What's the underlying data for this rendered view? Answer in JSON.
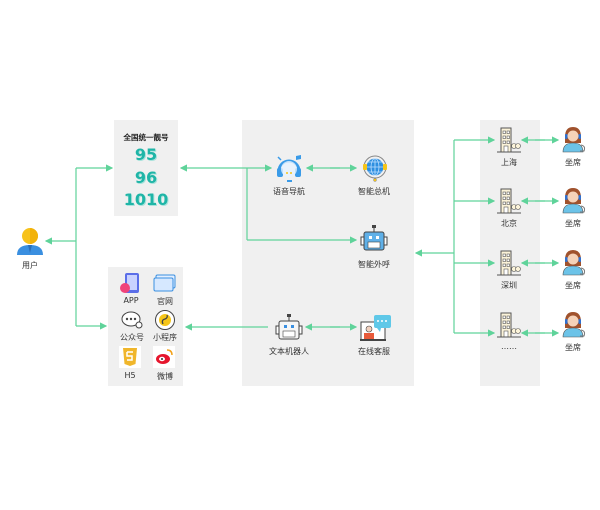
{
  "user": {
    "label": "用户"
  },
  "hotline": {
    "title": "全国统一靓号",
    "numbers": [
      "95",
      "96",
      "1010"
    ]
  },
  "channels": [
    {
      "label": "APP",
      "icon": "app-phone-icon"
    },
    {
      "label": "官网",
      "icon": "website-icon"
    },
    {
      "label": "公众号",
      "icon": "wechat-official-account-icon"
    },
    {
      "label": "小程序",
      "icon": "mini-program-icon"
    },
    {
      "label": "H5",
      "icon": "html5-icon"
    },
    {
      "label": "微博",
      "icon": "weibo-icon"
    }
  ],
  "services": {
    "voice_nav": "语音导航",
    "smart_switchboard": "智能总机",
    "smart_outbound": "智能外呼",
    "text_robot": "文本机器人",
    "online_service": "在线客服"
  },
  "cities": [
    {
      "label": "上海",
      "agent": "坐席"
    },
    {
      "label": "北京",
      "agent": "坐席"
    },
    {
      "label": "深圳",
      "agent": "坐席"
    },
    {
      "label": "……",
      "agent": "坐席"
    }
  ],
  "colors": {
    "line": "#5fd39a",
    "panel": "#f0f0f0",
    "number": "#1fb5a7",
    "accent_blue": "#3a9be8"
  }
}
